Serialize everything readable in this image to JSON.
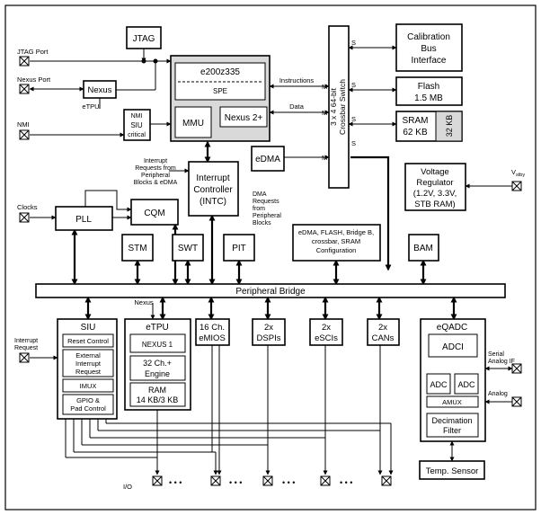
{
  "blocks": {
    "jtag": "JTAG",
    "calibration": [
      "Calibration",
      "Bus",
      "Interface"
    ],
    "core": "e200z335",
    "spe": "SPE",
    "mmu": "MMU",
    "nexus2": "Nexus 2+",
    "nexus": "Nexus",
    "nmi_siu": [
      "NMI",
      "SIU",
      "critical"
    ],
    "flash": [
      "Flash",
      "1.5 MB"
    ],
    "sram": [
      "SRAM",
      "62 KB"
    ],
    "sram32": "32 KB",
    "crossbar": [
      "3 x 4 64-bit",
      "Crossbar Switch"
    ],
    "edma": "eDMA",
    "intc": [
      "Interrupt",
      "Controller",
      "(INTC)"
    ],
    "voltage": [
      "Voltage",
      "Regulator",
      "(1.2V, 3.3V,",
      "STB RAM)"
    ],
    "pll": "PLL",
    "cqm": "CQM",
    "stm": "STM",
    "swt": "SWT",
    "pit": "PIT",
    "config": [
      "eDMA, FLASH, Bridge B,",
      "crossbar, SRAM",
      "Configuration"
    ],
    "bam": "BAM",
    "bridge": "Peripheral Bridge",
    "siu": "SIU",
    "siu_reset": "Reset Control",
    "siu_ext": [
      "External",
      "Interrupt",
      "Request"
    ],
    "siu_imux": "IMUX",
    "siu_gpio": [
      "GPIO &",
      "Pad Control"
    ],
    "etpu": "eTPU",
    "etpu_nexus": "NEXUS 1",
    "etpu_engine": [
      "32 Ch.+",
      "Engine"
    ],
    "etpu_ram": [
      "RAM",
      "14 KB/3 KB"
    ],
    "emios": [
      "16 Ch.",
      "eMIOS"
    ],
    "dspi": [
      "2x",
      "DSPIs"
    ],
    "esci": [
      "2x",
      "eSCIs"
    ],
    "can": [
      "2x",
      "CANs"
    ],
    "eqadc": "eQADC",
    "adci": "ADCI",
    "adc1": "ADC",
    "adc2": "ADC",
    "amux": "AMUX",
    "decimation": [
      "Decimation",
      "Filter"
    ],
    "temp": "Temp. Sensor"
  },
  "labels": {
    "jtag_port": "JTAG Port",
    "nexus_port": "Nexus Port",
    "etpu_small": "eTPU",
    "nmi": "NMI",
    "instructions": "Instructions",
    "data": "Data",
    "interrupt_requests": [
      "Interrupt",
      "Requests from",
      "Peripheral",
      "Blocks & eDMA"
    ],
    "dma_requests": [
      "DMA",
      "Requests",
      "from",
      "Peripheral",
      "Blocks"
    ],
    "clocks": "Clocks",
    "vstby": "V",
    "vstby_sub": "stby",
    "nexus_small": "Nexus",
    "interrupt_request": [
      "Interrupt",
      "Request"
    ],
    "serial_analog": [
      "Serial",
      "Analog IF"
    ],
    "analog": "Analog",
    "io": "I/O",
    "dots": "• • •",
    "s": "S",
    "m": "M"
  }
}
